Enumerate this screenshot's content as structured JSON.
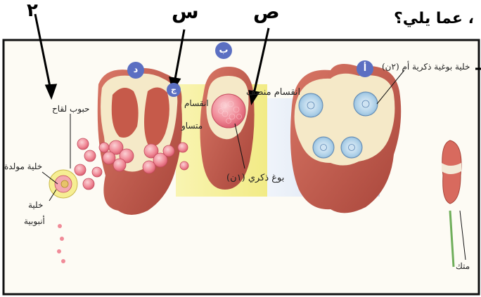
{
  "header": {
    "question_fragment": "، عما يلي؟",
    "label_two": "٢",
    "label_seen": "س",
    "label_sad": "ص"
  },
  "stages": {
    "a": "أ",
    "b": "ب",
    "c": "ج",
    "d": "د"
  },
  "labels": {
    "mother_cell": "خلية بوغية ذكرية أم (٢ن)",
    "meiosis": "انقسام منصف",
    "mitosis_line1": "انقسام",
    "mitosis_line2": "متساو",
    "microspore": "بوغ ذكري (١ن)",
    "pollen_grains": "حبوب لقاح",
    "generative_cell": "خلية مولدة",
    "tube_cell_line1": "خلية",
    "tube_cell_line2": "أنبوبية",
    "anther": "متك"
  },
  "colors": {
    "panel_bg": "#fdfbf4",
    "anther_tissue": "#c65a4a",
    "anther_cream": "#f5e9c8",
    "pink_cell": "#f08b98",
    "blue_cell": "#a9cde6",
    "yellow_band": "#f4ee8a",
    "stage_badge": "#5b6fc2"
  }
}
